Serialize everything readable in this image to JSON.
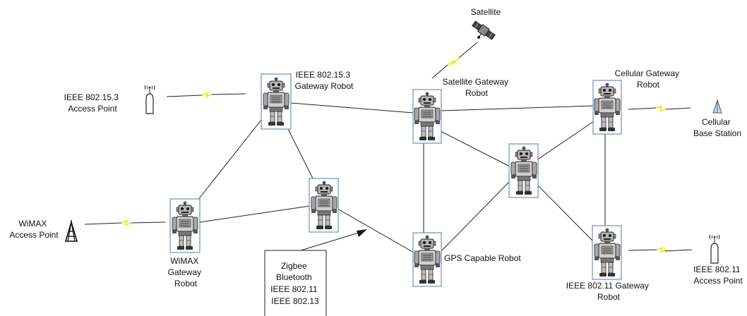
{
  "robots": [
    {
      "id": "r802153",
      "label_lines": [
        "IEEE 802.15.3",
        "Gateway Robot"
      ]
    },
    {
      "id": "rwimax",
      "label_lines": [
        "WiMAX",
        "Gateway",
        "Robot"
      ]
    },
    {
      "id": "rmid",
      "label_lines": []
    },
    {
      "id": "rsat",
      "label_lines": [
        "Satellite Gateway",
        "Robot"
      ]
    },
    {
      "id": "rgps",
      "label_lines": [
        "GPS Capable Robot"
      ]
    },
    {
      "id": "rcenter",
      "label_lines": []
    },
    {
      "id": "rcell",
      "label_lines": [
        "Cellular Gateway",
        "Robot"
      ]
    },
    {
      "id": "r80211",
      "label_lines": [
        "IEEE 802.11 Gateway",
        "Robot"
      ]
    }
  ],
  "endpoints": [
    {
      "id": "ap802153",
      "icon": "access-point-icon",
      "label_lines": [
        "IEEE 802.15.3",
        "Access Point"
      ]
    },
    {
      "id": "wimax",
      "icon": "wimax-tower-icon",
      "label_lines": [
        "WiMAX",
        "Access Point"
      ]
    },
    {
      "id": "satellite",
      "icon": "satellite-icon",
      "label_lines": [
        "Satellite"
      ]
    },
    {
      "id": "cell",
      "icon": "cellular-antenna-icon",
      "label_lines": [
        "Cellular",
        "Base Station"
      ]
    },
    {
      "id": "ap80211",
      "icon": "access-point-icon",
      "label_lines": [
        "IEEE 802.11",
        "Access Point"
      ]
    }
  ],
  "protocol_box": {
    "lines": [
      "Zigbee",
      "Bluetooth",
      "IEEE 802.11",
      "IEEE 802.13"
    ]
  },
  "colors": {
    "robot_border": "#6e8fbf",
    "link": "#222222",
    "wireless_bolt": "#e6e600"
  }
}
